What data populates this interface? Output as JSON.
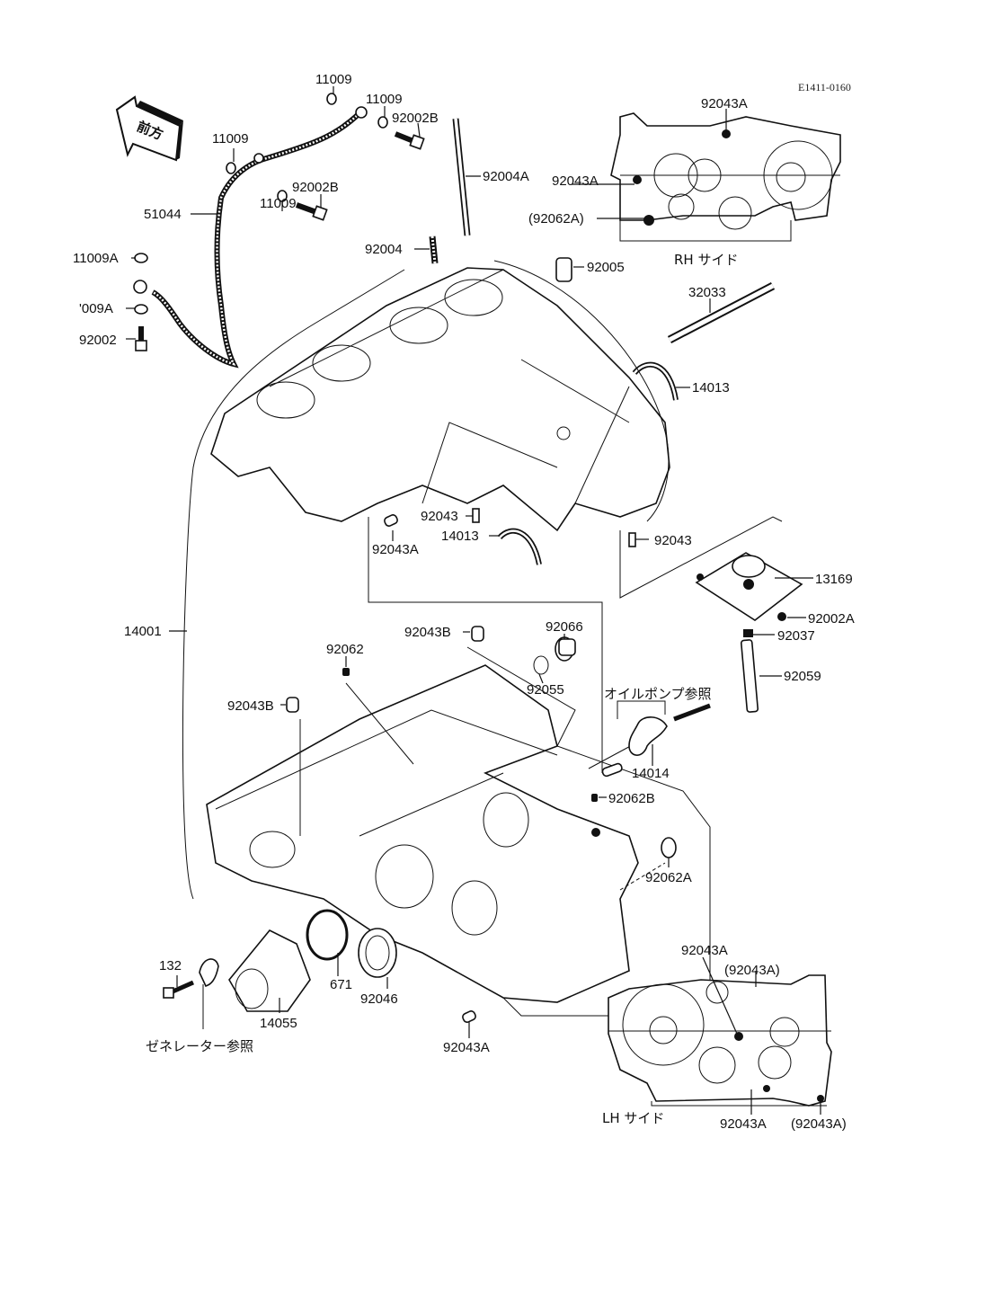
{
  "diagram": {
    "reference_code": "E1411-0160",
    "front_arrow_text": "前方",
    "rh_side_label": "RH サイド",
    "lh_side_label": "LH サイド",
    "oil_pump_ref": "オイルポンプ参照",
    "generator_ref": "ゼネレーター参照"
  },
  "parts": {
    "p11009_a": "11009",
    "p11009_b": "11009",
    "p11009_c": "11009",
    "p11009_d": "11009",
    "p92002B_a": "92002B",
    "p92002B_b": "92002B",
    "p51044": "51044",
    "p11009A_a": "11009A",
    "p11009A_b": "'009A",
    "p92002": "92002",
    "p92004A": "92004A",
    "p92004": "92004",
    "p92005": "92005",
    "p32033": "32033",
    "p14013_a": "14013",
    "p14013_b": "14013",
    "p92043_a": "92043",
    "p92043_b": "92043",
    "p92043A_upper": "92043A",
    "p13169": "13169",
    "p92002A": "92002A",
    "p92037": "92037",
    "p92059": "92059",
    "p14001": "14001",
    "p92043B_a": "92043B",
    "p92043B_b": "92043B",
    "p92066": "92066",
    "p92062": "92062",
    "p92055": "92055",
    "p14014": "14014",
    "p92062B": "92062B",
    "p92062A": "92062A",
    "p132": "132",
    "p14055": "14055",
    "p671": "671",
    "p92046": "92046",
    "p92043A_lower": "92043A",
    "rh_92043A_top": "92043A",
    "rh_92043A_left": "92043A",
    "rh_92062A_paren": "(92062A)",
    "lh_92043A_top": "92043A",
    "lh_92043A_paren_top": "(92043A)",
    "lh_92043A_bottom": "92043A",
    "lh_92043A_paren_bottom": "(92043A)"
  }
}
